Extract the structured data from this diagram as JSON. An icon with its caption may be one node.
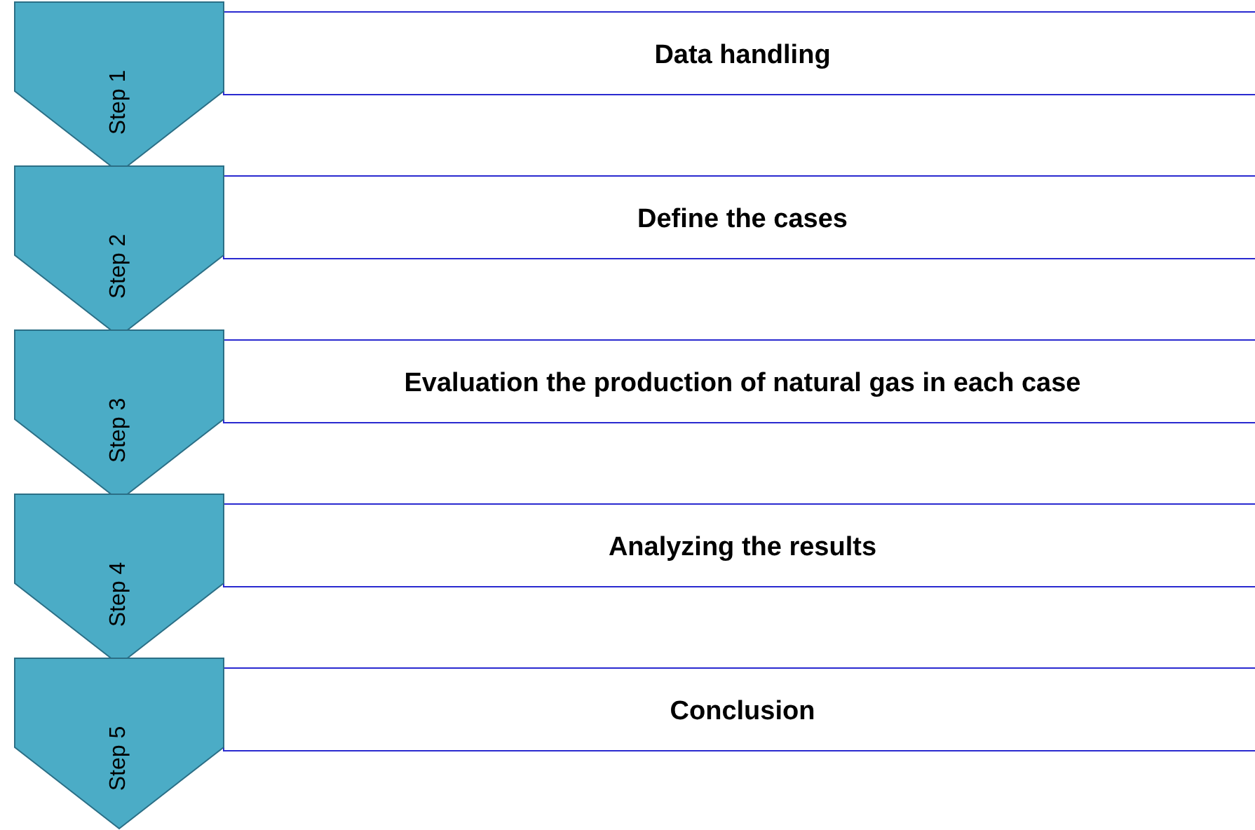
{
  "diagram": {
    "nodes": [
      {
        "text": [
          "Step 1"
        ]
      },
      {
        "text": [
          "Data handling"
        ]
      },
      {
        "text": [
          "Step 2"
        ]
      },
      {
        "text": [
          "Define the cases"
        ]
      },
      {
        "text": [
          "Step 3"
        ]
      },
      {
        "text": [
          "Evaluation the production of natural gas in each case"
        ]
      },
      {
        "text": [
          "Step 4"
        ]
      },
      {
        "text": [
          "Analyzing the results"
        ]
      },
      {
        "text": [
          "Step 5"
        ]
      },
      {
        "text": [
          "Conclusion"
        ]
      }
    ],
    "edges": []
  }
}
